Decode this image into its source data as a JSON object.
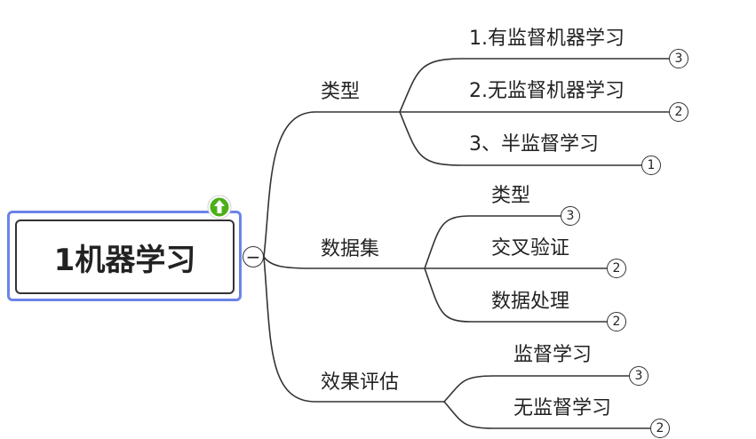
{
  "root": {
    "title": "1机器学习"
  },
  "branches": [
    {
      "label": "类型",
      "children": [
        {
          "label": "1.有监督机器学习",
          "count": "3"
        },
        {
          "label": "2.无监督机器学习",
          "count": "2"
        },
        {
          "label": "3、半监督学习",
          "count": "1"
        }
      ]
    },
    {
      "label": "数据集",
      "children": [
        {
          "label": "类型",
          "count": "3"
        },
        {
          "label": "交叉验证",
          "count": "2"
        },
        {
          "label": "数据处理",
          "count": "2"
        }
      ]
    },
    {
      "label": "效果评估",
      "children": [
        {
          "label": "监督学习",
          "count": "3"
        },
        {
          "label": "无监督学习",
          "count": "2"
        }
      ]
    }
  ],
  "collapse_symbol": "−",
  "icons": {
    "up": "green-up-arrow-icon",
    "collapse": "minus-icon"
  },
  "colors": {
    "selection": "#6b84e8",
    "line": "#333333",
    "up_icon": "#4caf1a"
  }
}
